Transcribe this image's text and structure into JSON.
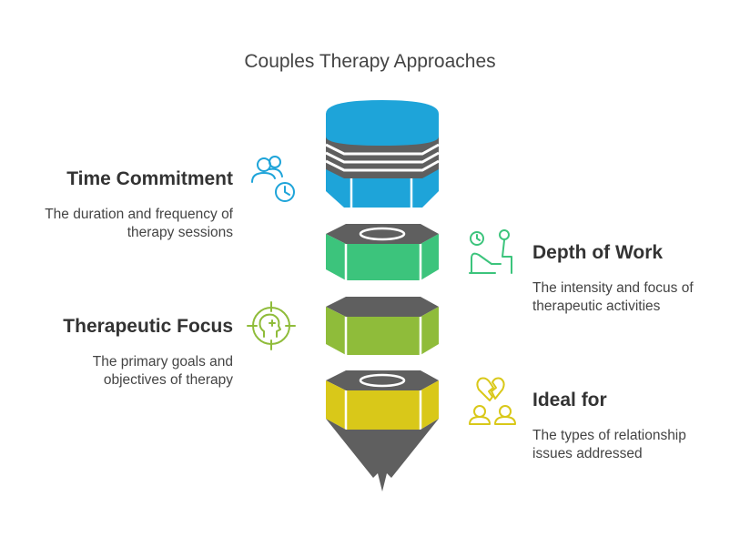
{
  "title": "Couples Therapy Approaches",
  "items": [
    {
      "heading": "Time Commitment",
      "description": "The duration and frequency of therapy sessions",
      "icon": "users-clock-icon",
      "color": "#1ea4d9"
    },
    {
      "heading": "Depth of Work",
      "description": "The intensity and focus of therapeutic activities",
      "icon": "therapist-session-icon",
      "color": "#3cc47c"
    },
    {
      "heading": "Therapeutic Focus",
      "description": "The primary goals and objectives of therapy",
      "icon": "target-mind-icon",
      "color": "#8fbc3a"
    },
    {
      "heading": "Ideal for",
      "description": "The types of relationship issues addressed",
      "icon": "broken-heart-couple-icon",
      "color": "#d9c819"
    }
  ],
  "colors": {
    "cap": "#606060",
    "stripe": "#ffffff",
    "text": "#333333"
  }
}
